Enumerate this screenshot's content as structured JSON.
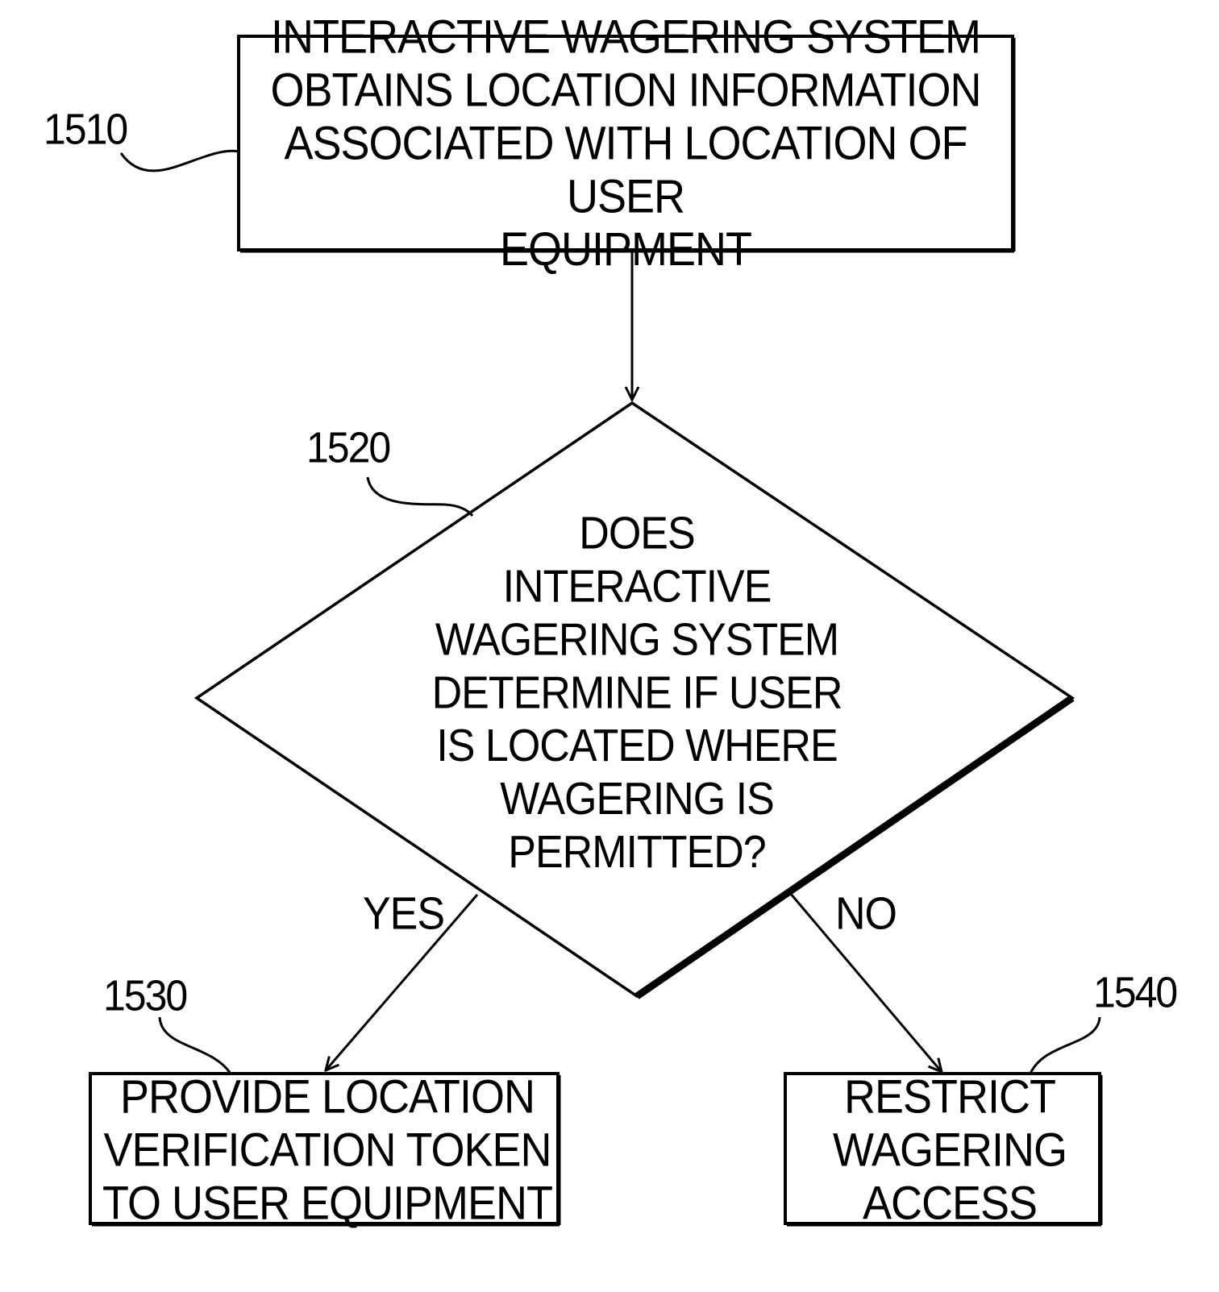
{
  "flowchart": {
    "nodes": {
      "n1510": {
        "ref": "1510",
        "shape": "process",
        "text": "INTERACTIVE WAGERING SYSTEM\nOBTAINS LOCATION INFORMATION\nASSOCIATED WITH LOCATION OF USER\nEQUIPMENT"
      },
      "n1520": {
        "ref": "1520",
        "shape": "decision",
        "text": "DOES\nINTERACTIVE\nWAGERING SYSTEM\nDETERMINE IF USER\nIS LOCATED WHERE\nWAGERING IS\nPERMITTED?"
      },
      "n1530": {
        "ref": "1530",
        "shape": "process",
        "text": "PROVIDE LOCATION\nVERIFICATION TOKEN\nTO USER EQUIPMENT"
      },
      "n1540": {
        "ref": "1540",
        "shape": "process",
        "text": "RESTRICT\nWAGERING\nACCESS"
      }
    },
    "edges": {
      "e1": {
        "from": "1510",
        "to": "1520",
        "label": ""
      },
      "e2": {
        "from": "1520",
        "to": "1530",
        "label": "YES"
      },
      "e3": {
        "from": "1520",
        "to": "1540",
        "label": "NO"
      }
    }
  }
}
